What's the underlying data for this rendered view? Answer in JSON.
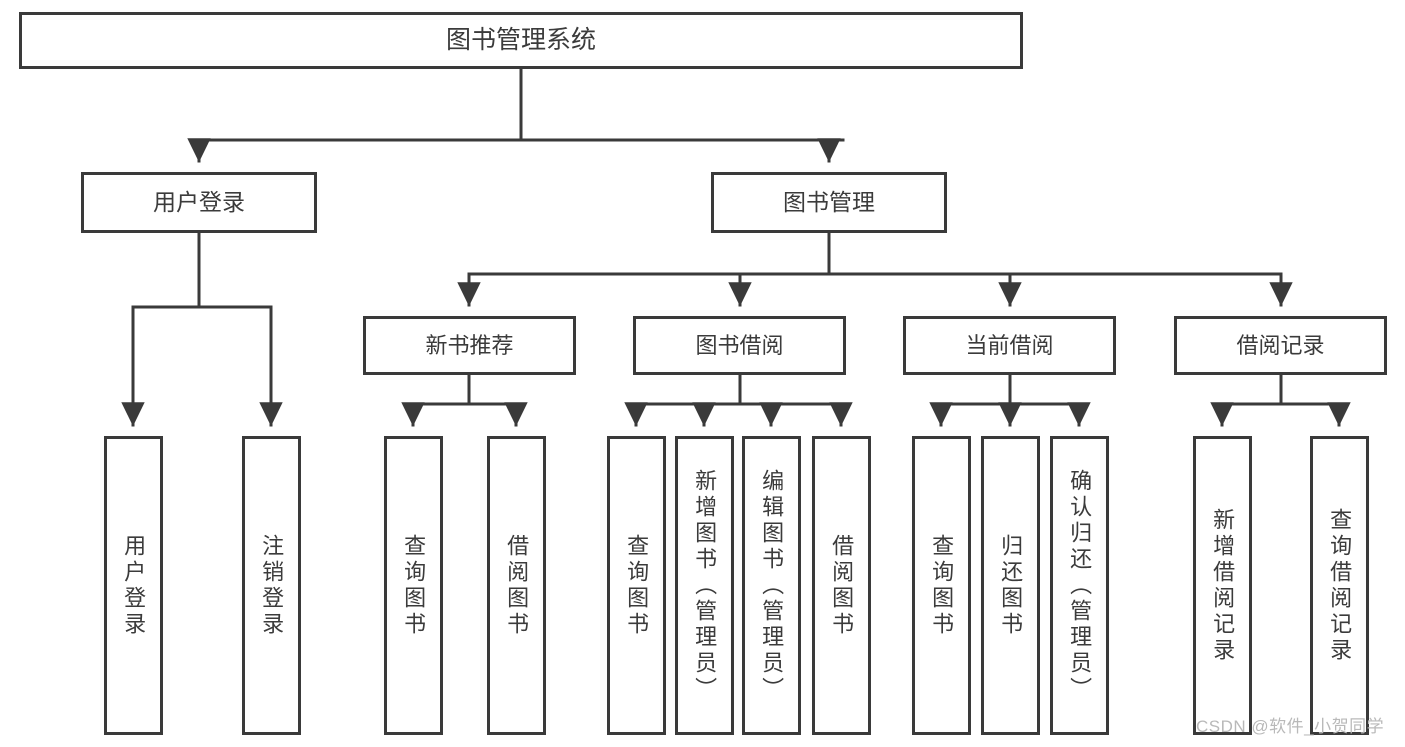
{
  "diagram": {
    "title": "图书管理系统",
    "type": "tree-hierarchy",
    "root": {
      "label": "图书管理系统"
    },
    "level1": [
      {
        "label": "用户登录"
      },
      {
        "label": "图书管理"
      }
    ],
    "level2": [
      {
        "label": "新书推荐"
      },
      {
        "label": "图书借阅"
      },
      {
        "label": "当前借阅"
      },
      {
        "label": "借阅记录"
      }
    ],
    "leaves": {
      "user_login": [
        {
          "label": "用户登录"
        },
        {
          "label": "注销登录"
        }
      ],
      "new_book_recommend": [
        {
          "label": "查询图书"
        },
        {
          "label": "借阅图书"
        }
      ],
      "book_borrow": [
        {
          "label": "查询图书"
        },
        {
          "label": "新增图书（管理员）"
        },
        {
          "label": "编辑图书（管理员）"
        },
        {
          "label": "借阅图书"
        }
      ],
      "current_borrow": [
        {
          "label": "查询图书"
        },
        {
          "label": "归还图书"
        },
        {
          "label": "确认归还（管理员）"
        }
      ],
      "borrow_record": [
        {
          "label": "新增借阅记录"
        },
        {
          "label": "查询借阅记录"
        }
      ]
    }
  },
  "watermark": {
    "text": "CSDN @软件_小贺同学"
  },
  "colors": {
    "stroke": "#3a3a3a",
    "text": "#3b3b3b",
    "background": "#ffffff",
    "watermark": "#b9b9b9"
  }
}
